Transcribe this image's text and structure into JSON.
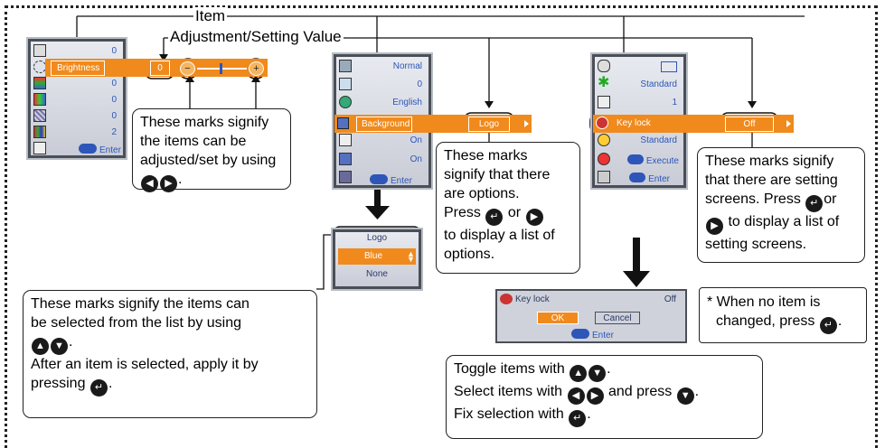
{
  "labels": {
    "item": "Item",
    "adjustment": "Adjustment/Setting Value"
  },
  "menu1": {
    "rows": [
      {
        "icon": "contrast-icon",
        "label": "",
        "value": "0"
      },
      {
        "icon": "brightness-icon",
        "label": "Brightness",
        "value": "0"
      },
      {
        "icon": "color-icon",
        "label": "",
        "value": "0"
      },
      {
        "icon": "tint-icon",
        "label": "",
        "value": "0"
      },
      {
        "icon": "sharpness-icon",
        "label": "",
        "value": "0"
      },
      {
        "icon": "gamma-icon",
        "label": "",
        "value": "2"
      },
      {
        "icon": "reset-icon",
        "label": "",
        "value": ""
      }
    ],
    "enter": "Enter",
    "slider_value": "0",
    "minus": "−",
    "plus": "+"
  },
  "menu2": {
    "rows": [
      {
        "icon": "screen-icon",
        "label": "",
        "value": "Normal"
      },
      {
        "icon": "keystone-icon",
        "label": "",
        "value": "0"
      },
      {
        "icon": "language-icon",
        "label": "",
        "value": "English"
      },
      {
        "icon": "background-icon",
        "label": "Background",
        "value": "Logo"
      },
      {
        "icon": "display-icon",
        "label": "",
        "value": "On"
      },
      {
        "icon": "start-icon",
        "label": "",
        "value": "On"
      },
      {
        "icon": "menu-pos-icon",
        "label": "",
        "value": ""
      }
    ],
    "enter": "Enter",
    "list": [
      "Logo",
      "Blue",
      "None"
    ]
  },
  "menu3": {
    "rows": [
      {
        "icon": "setting-icon",
        "label": "",
        "value": ""
      },
      {
        "icon": "fan-icon",
        "label": "",
        "value": "Standard"
      },
      {
        "icon": "filter-icon",
        "label": "",
        "value": "1"
      },
      {
        "icon": "keylock-icon",
        "label": "Key lock",
        "value": "Off"
      },
      {
        "icon": "lamp-icon",
        "label": "",
        "value": "Standard"
      },
      {
        "icon": "factory-icon",
        "label": "",
        "value": "Execute"
      },
      {
        "icon": "security-icon",
        "label": "",
        "value": "Enter"
      }
    ],
    "dialog": {
      "title": "Key lock",
      "value": "Off",
      "ok": "OK",
      "cancel": "Cancel",
      "enter": "Enter"
    }
  },
  "callouts": {
    "c1a": "These marks signify",
    "c1b": "the items can be",
    "c1c": "adjusted/set by using",
    "c2a": "These marks",
    "c2b": "signify that there",
    "c2c": "are options.",
    "c2d": "Press",
    "c2e": "or",
    "c2f": "to display a list of",
    "c2g": "options.",
    "c3a": "These marks signify",
    "c3b": "that there are setting",
    "c3c": "screens. Press",
    "c3d": "or",
    "c3e": "to display a list of",
    "c3f": "setting screens.",
    "c4a": "These marks signify the items can",
    "c4b": "be selected from the list by using",
    "c4c": "After an item is selected, apply it by",
    "c4d": "pressing",
    "c5a": "* When no item is",
    "c5b": "changed, press",
    "c6a": "Toggle items with",
    "c6b": "Select items with",
    "c6c": "and press",
    "c6d": "Fix selection with"
  }
}
